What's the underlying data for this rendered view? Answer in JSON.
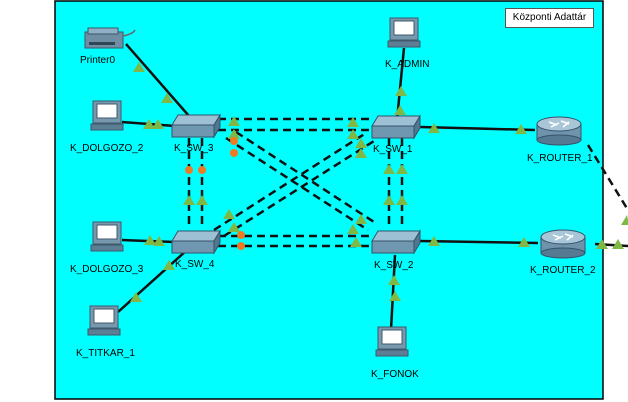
{
  "area_label": "Központi Adattár",
  "colors": {
    "background": "#00ffff",
    "border": "#000000",
    "link": "#111111",
    "port_up": "#80b846",
    "port_blocked": "#ee7a22",
    "switch": "#6f97b0",
    "router": "#7fa3bd",
    "pc": "#6d8fa8"
  },
  "devices": [
    {
      "id": "printer0",
      "type": "printer",
      "label": "Printer0"
    },
    {
      "id": "k_admin",
      "type": "pc",
      "label": "K_ADMIN"
    },
    {
      "id": "k_dolgozo_2",
      "type": "pc",
      "label": "K_DOLGOZO_2"
    },
    {
      "id": "k_sw_3",
      "type": "switch",
      "label": "K_SW_3"
    },
    {
      "id": "k_sw_1",
      "type": "switch",
      "label": "K_SW_1"
    },
    {
      "id": "k_router_1",
      "type": "router",
      "label": "K_ROUTER_1"
    },
    {
      "id": "k_dolgozo_3",
      "type": "pc",
      "label": "K_DOLGOZO_3"
    },
    {
      "id": "k_sw_4",
      "type": "switch",
      "label": "K_SW_4"
    },
    {
      "id": "k_sw_2",
      "type": "switch",
      "label": "K_SW_2"
    },
    {
      "id": "k_router_2",
      "type": "router",
      "label": "K_ROUTER_2"
    },
    {
      "id": "k_titkar_1",
      "type": "pc",
      "label": "K_TITKAR_1"
    },
    {
      "id": "k_fonok",
      "type": "pc",
      "label": "K_FONOK"
    }
  ]
}
